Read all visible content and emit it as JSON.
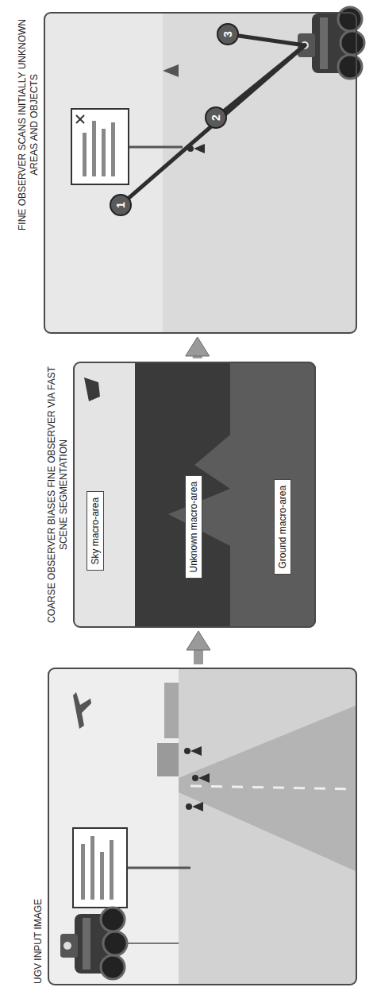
{
  "diagram": {
    "nodes": [
      {
        "text": [
          "UGV INPUT IMAGE"
        ]
      },
      {
        "text": [
          "COARSE OBSERVER BIASES FINE OBSERVER VIA FAST SCENE SEGMENTATION"
        ]
      },
      {
        "text": [
          "Sky macro-area"
        ],
        "in": 1
      },
      {
        "text": [
          "Unknown macro-area"
        ],
        "in": 1
      },
      {
        "text": [
          "Ground macro-area"
        ],
        "in": 1
      },
      {
        "text": [
          "FINE OBSERVER SCANS INITIALLY UNKNOWN AREAS AND OBJECTS"
        ]
      },
      {
        "text": [
          "1"
        ],
        "in": 5
      },
      {
        "text": [
          "2"
        ],
        "in": 5
      },
      {
        "text": [
          "3"
        ],
        "in": 5
      }
    ],
    "edges": [
      {
        "from": 0,
        "to": 1,
        "arrow": "to"
      },
      {
        "from": 1,
        "to": 5,
        "arrow": "to"
      }
    ]
  }
}
